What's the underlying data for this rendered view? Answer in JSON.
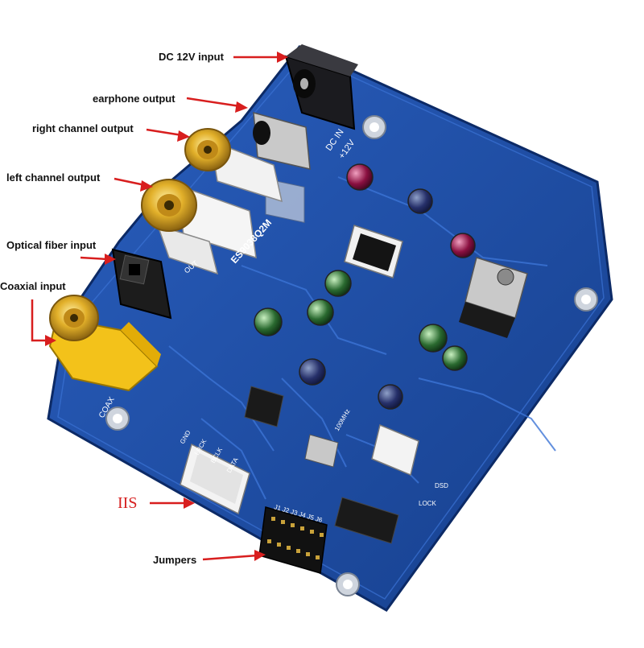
{
  "annotations": [
    {
      "id": "dc-input",
      "label": "DC 12V input"
    },
    {
      "id": "earphone",
      "label": "earphone output"
    },
    {
      "id": "right-channel",
      "label": "right channel output"
    },
    {
      "id": "left-channel",
      "label": "left channel output"
    },
    {
      "id": "optical",
      "label": "Optical fiber input"
    },
    {
      "id": "coaxial",
      "label": "Coaxial input"
    },
    {
      "id": "iis",
      "label": "IIS"
    },
    {
      "id": "jumpers",
      "label": "Jumpers"
    }
  ],
  "board": {
    "model_text": "ES9038Q2M",
    "power_text": "DC IN",
    "voltage_text": "+12V",
    "coax_text": "COAX",
    "out_text": "OUT",
    "iis_pins": [
      "GND",
      "LRCK",
      "BCLK",
      "DATA"
    ],
    "jumper_text": "J1 J2 J3 J4 J5 J6",
    "dsd_text": "DSD",
    "lock_text": "LOCK",
    "osc_text": "100MHz"
  },
  "colors": {
    "pcb": "#1d4fa8",
    "arrow": "#d81e1e",
    "rca_gold": "#d9a21f",
    "coax_yellow": "#f3c21a"
  }
}
